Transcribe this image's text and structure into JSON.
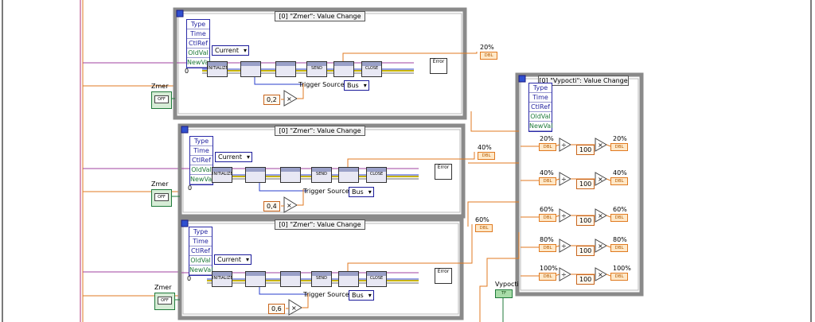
{
  "structures": [
    {
      "selector": "[0] \"Zmer\": Value Change",
      "nodes": [
        "Type",
        "Time",
        "CtlRef",
        "OldVal",
        "NewVal"
      ],
      "node_val": "0",
      "mode": "Current",
      "trigger_label": "Trigger Source",
      "trigger_value": "Bus",
      "multiplier": "0,2",
      "output": "20%",
      "control": "Zmer",
      "bool_text": "OFF"
    },
    {
      "selector": "[0] \"Zmer\": Value Change",
      "nodes": [
        "Type",
        "Time",
        "CtlRef",
        "OldVal",
        "NewVal"
      ],
      "node_val": "0",
      "mode": "Current",
      "trigger_label": "Trigger Source",
      "trigger_value": "Bus",
      "multiplier": "0,4",
      "output": "40%",
      "control": "Zmer",
      "bool_text": "OFF"
    },
    {
      "selector": "[0] \"Zmer\": Value Change",
      "nodes": [
        "Type",
        "Time",
        "CtlRef",
        "OldVal",
        "NewVal"
      ],
      "node_val": "0",
      "mode": "Current",
      "trigger_label": "Trigger Source",
      "trigger_value": "Bus",
      "multiplier": "0,6",
      "output": "60%",
      "control": "Zmer",
      "bool_text": "OFF"
    }
  ],
  "vi_labels": [
    "INITIALIZE",
    "",
    "",
    "SEND",
    "",
    "CLOSE"
  ],
  "error_vi": "Error",
  "vypocti": {
    "selector": "[0] \"Vypocti\": Value Change",
    "nodes": [
      "Type",
      "Time",
      "CtlRef",
      "OldVal",
      "NewVal"
    ],
    "rows": [
      {
        "input": "20%",
        "constant": "100",
        "output": "20%"
      },
      {
        "input": "40%",
        "constant": "100",
        "output": "40%"
      },
      {
        "input": "60%",
        "constant": "100",
        "output": "60%"
      },
      {
        "input": "80%",
        "constant": "100",
        "output": "80%"
      },
      {
        "input": "100%",
        "constant": "100",
        "output": "100%"
      }
    ],
    "control": "Vypocti",
    "bool_text": "TF"
  },
  "dbl_tag": "DBL",
  "colors": {
    "border_purple": "#b0307a",
    "wire_orange": "#e07a20",
    "wire_blue": "#2a3fcc",
    "wire_purple": "#a040a0",
    "wire_yellow": "#c8b400",
    "frame_gray": "#7a7a7a"
  }
}
